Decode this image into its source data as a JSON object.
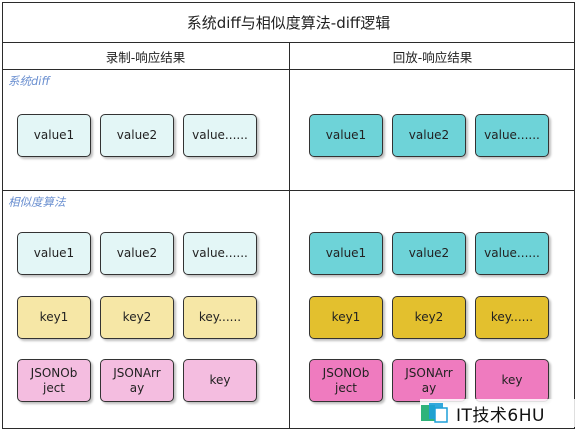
{
  "title": "系统diff与相似度算法-diff逻辑",
  "columns": {
    "left": "录制-响应结果",
    "right": "回放-响应结果"
  },
  "sections": {
    "system_diff": "系统diff",
    "similarity": "相似度算法"
  },
  "boxes": {
    "value1": "value1",
    "value2": "value2",
    "value_more": "value......",
    "key1": "key1",
    "key2": "key2",
    "key_more": "key......",
    "key": "key",
    "json_object": "JSONOb ject",
    "json_array": "JSONArr ay"
  },
  "watermark": "IT技术6HU",
  "colors": {
    "light_cyan": "#e3f6f6",
    "cyan": "#6ed3d8",
    "light_yellow": "#f6e7a6",
    "yellow": "#e3c02e",
    "light_pink": "#f4bde0",
    "pink": "#ef7bbf"
  }
}
